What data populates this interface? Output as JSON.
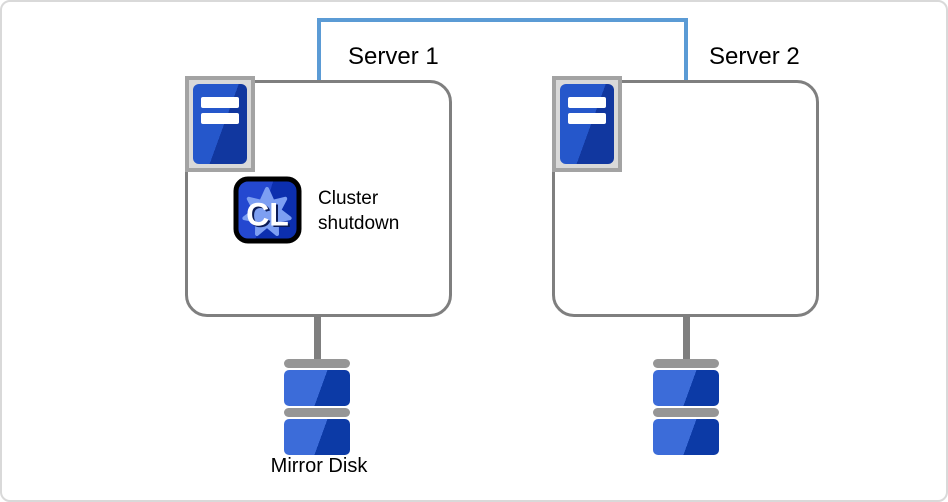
{
  "diagram": {
    "interconnect": {
      "icon": "network-link-line",
      "color": "#5b9bd5"
    },
    "servers": [
      {
        "label": "Server 1",
        "icon": "server-tower-icon",
        "event": {
          "badge_text": "CL",
          "icon": "cluster-app-icon",
          "label": "Cluster shutdown"
        }
      },
      {
        "label": "Server 2",
        "icon": "server-tower-icon"
      }
    ],
    "storage": {
      "label": "Mirror Disk",
      "icon": "mirror-disk-icon"
    },
    "colors": {
      "link_blue": "#5b9bd5",
      "box_border_gray": "#7f7f7f",
      "icon_frame_border": "#a3a3a3",
      "icon_frame_fill": "#d9d9d9",
      "device_blue_light": "#2557cb",
      "device_blue_dark": "#11379f",
      "disk_blue_light": "#3c6cd9",
      "disk_blue_dark": "#0c3aa6",
      "badge_blue_light": "#2448d0",
      "badge_blue_dark": "#0c2fae",
      "badge_blob_blue": "#7d9ff2",
      "disk_cap_gray": "#969696",
      "text_black": "#000000"
    }
  }
}
